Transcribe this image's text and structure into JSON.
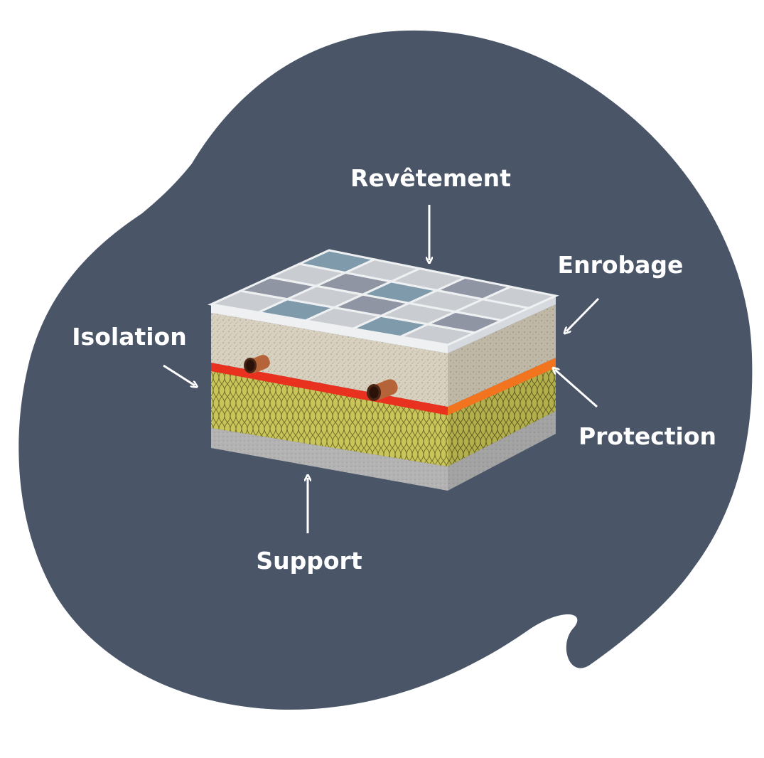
{
  "labels": {
    "revetement": "Revêtement",
    "enrobage": "Enrobage",
    "isolation": "Isolation",
    "protection": "Protection",
    "support": "Support"
  },
  "colors": {
    "blob": "#4a5568",
    "label_text": "#ffffff",
    "arrow": "#ffffff",
    "tile_light": "#c9ccd1",
    "tile_blue": "#7f9aab",
    "tile_gray": "#8f95a3",
    "screed": "#d8d1c0",
    "protection_red": "#e8321f",
    "protection_orange": "#f2741f",
    "insulation": "#c9c55a",
    "support": "#b3b3b3",
    "pipe": "#b5643a"
  }
}
